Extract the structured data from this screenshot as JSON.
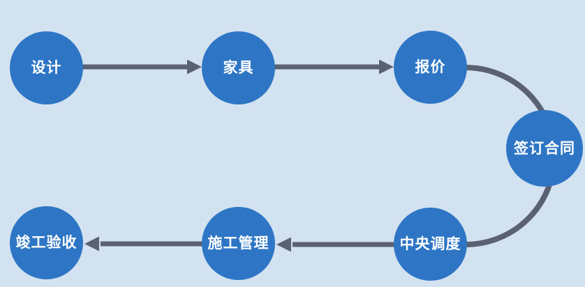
{
  "diagram": {
    "type": "flowchart",
    "colors": {
      "background": "#d3e2f1",
      "node": "#2e76c5",
      "node_text": "#ffffff",
      "connector": "#5a6170"
    },
    "nodes": [
      {
        "id": "design",
        "label": "设计"
      },
      {
        "id": "furniture",
        "label": "家具"
      },
      {
        "id": "quotation",
        "label": "报价"
      },
      {
        "id": "sign-contract",
        "label": "签订合同"
      },
      {
        "id": "central-dispatch",
        "label": "中央调度"
      },
      {
        "id": "construction-management",
        "label": "施工管理"
      },
      {
        "id": "completion-acceptance",
        "label": "竣工验收"
      }
    ],
    "connections": [
      {
        "from": "设计",
        "to": "家具",
        "style": "straight-arrow-right"
      },
      {
        "from": "家具",
        "to": "报价",
        "style": "straight-arrow-right"
      },
      {
        "from": "报价",
        "to": "中央调度",
        "via": "签订合同",
        "style": "semicircular-curve"
      },
      {
        "from": "中央调度",
        "to": "施工管理",
        "style": "straight-arrow-left"
      },
      {
        "from": "施工管理",
        "to": "竣工验收",
        "style": "straight-arrow-left"
      }
    ]
  }
}
